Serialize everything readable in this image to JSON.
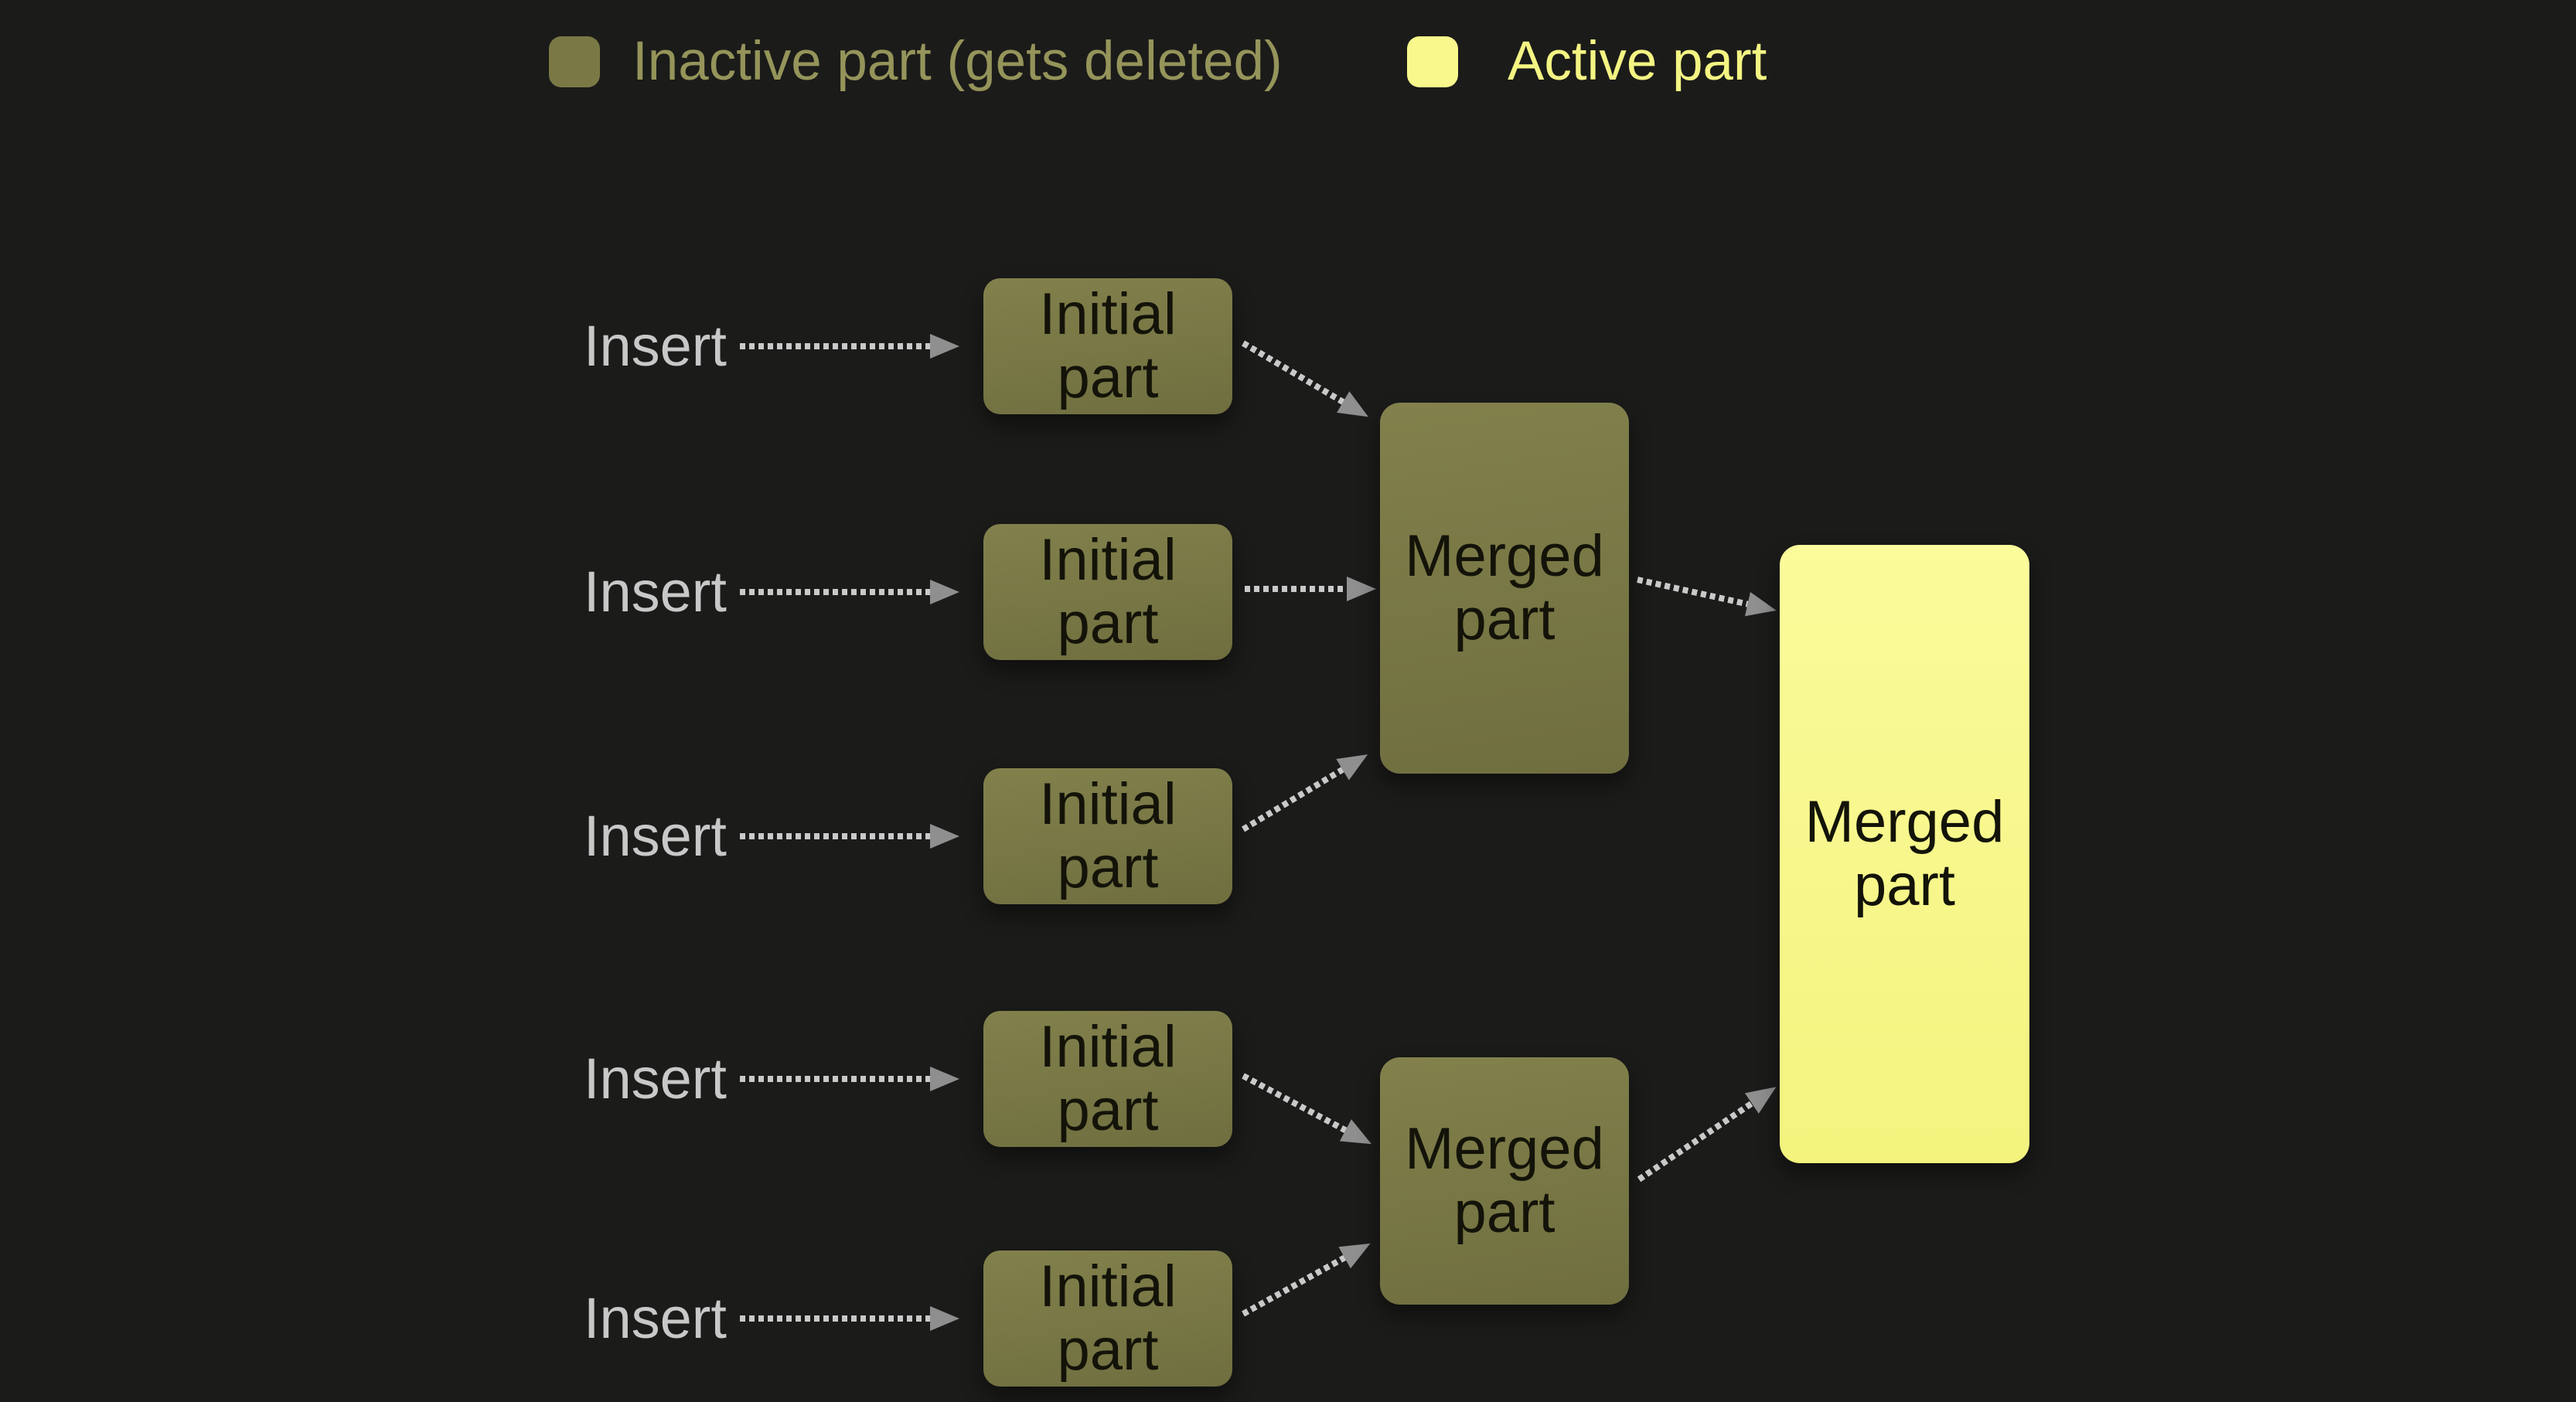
{
  "legend": {
    "inactive_label": "Inactive part (gets deleted)",
    "active_label": "Active part"
  },
  "colors": {
    "background": "#1b1b1a",
    "inactive_fill": "#7a7945",
    "inactive_fill_light": "#82814c",
    "inactive_fill_dark": "#6f6e3f",
    "active_fill": "#f8f88d",
    "active_fill_light": "#fbfb9b",
    "active_fill_dark": "#f3f37e",
    "inactive_text": "#95945a",
    "active_text": "#f4f483",
    "insert_text": "#c8c8c8",
    "box_text": "#131309",
    "arrow_dot": "#c9c9c9",
    "arrow_head": "#8f8f8f"
  },
  "rows": [
    {
      "insert_label": "Insert",
      "box_label": "Initial part"
    },
    {
      "insert_label": "Insert",
      "box_label": "Initial part"
    },
    {
      "insert_label": "Insert",
      "box_label": "Initial part"
    },
    {
      "insert_label": "Insert",
      "box_label": "Initial part"
    },
    {
      "insert_label": "Insert",
      "box_label": "Initial part"
    }
  ],
  "merged": {
    "top_label": "Merged part",
    "bottom_label": "Merged part",
    "final_label": "Merged part"
  }
}
